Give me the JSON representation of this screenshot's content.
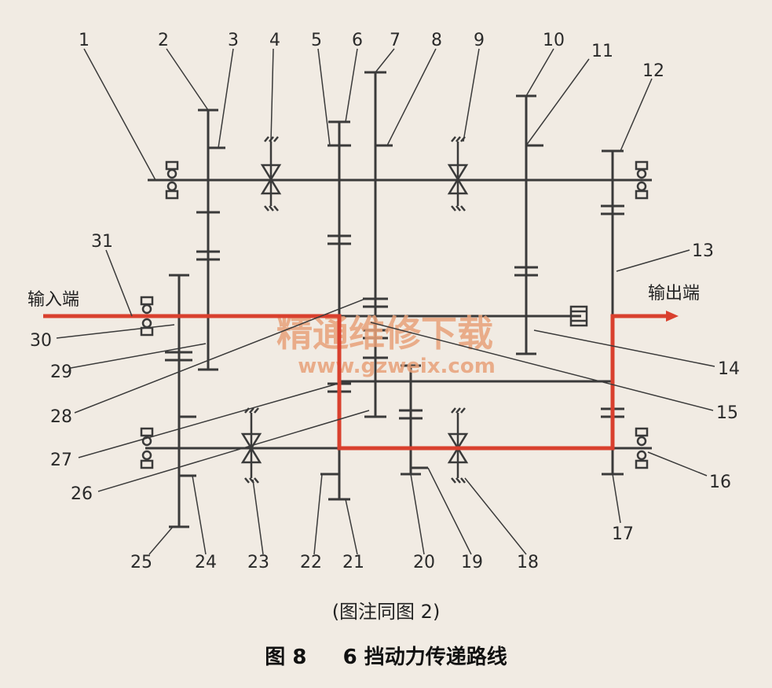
{
  "diagram": {
    "labels": {
      "l1": "1",
      "l2": "2",
      "l3": "3",
      "l4": "4",
      "l5": "5",
      "l6": "6",
      "l7": "7",
      "l8": "8",
      "l9": "9",
      "l10": "10",
      "l11": "11",
      "l12": "12",
      "l13": "13",
      "l14": "14",
      "l15": "15",
      "l16": "16",
      "l17": "17",
      "l18": "18",
      "l19": "19",
      "l20": "20",
      "l21": "21",
      "l22": "22",
      "l23": "23",
      "l24": "24",
      "l25": "25",
      "l26": "26",
      "l27": "27",
      "l28": "28",
      "l29": "29",
      "l30": "30",
      "l31": "31"
    },
    "input_label": "输入端",
    "output_label": "输出端",
    "watermark_cn": "精通维修下载",
    "watermark_url": "www.gzweix.com",
    "path_color": "#d9402e",
    "line_color": "#3a3a3a",
    "watermark_color": "#e8a27a"
  },
  "caption": {
    "note": "(图注同图 2)",
    "figure_no": "图 8",
    "title": "6 挡动力传递路线"
  }
}
